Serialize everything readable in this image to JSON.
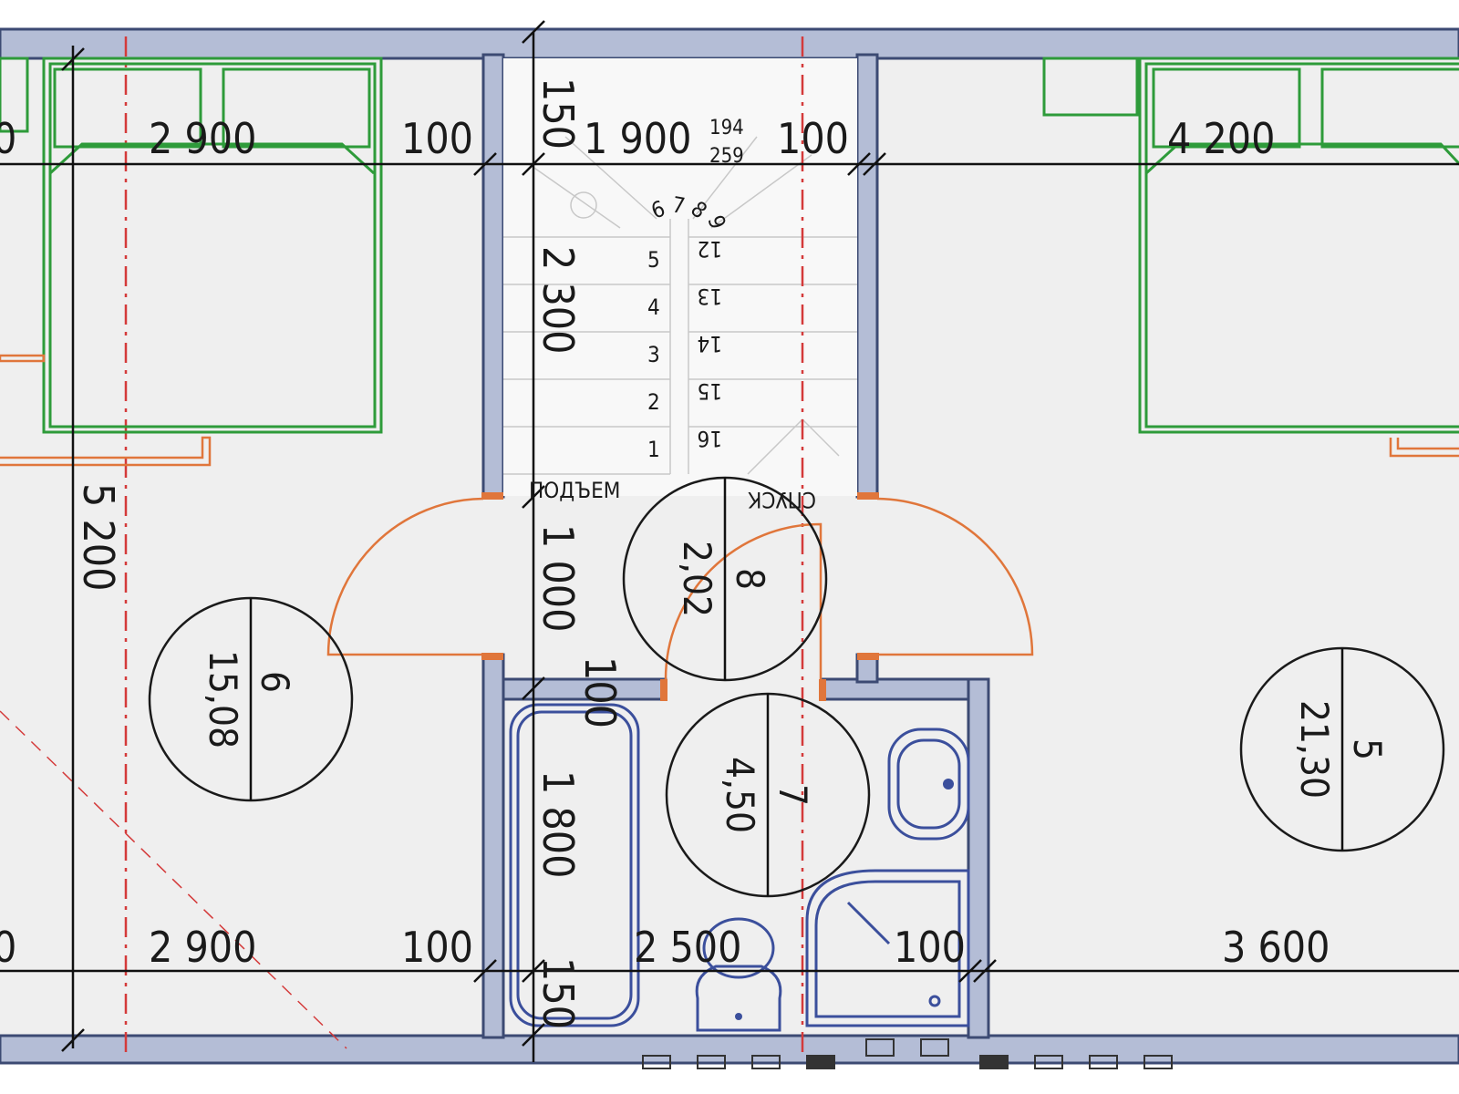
{
  "dimensions": {
    "top": [
      "0",
      "2 900",
      "100",
      "1 900",
      "100",
      "4 200"
    ],
    "bottom": [
      "0",
      "2 900",
      "100",
      "2 500",
      "100",
      "3 600"
    ],
    "vertical": [
      "150",
      "2 300",
      "1 000",
      "100",
      "1 800",
      "150",
      "5 200"
    ],
    "stair_small": [
      "194",
      "259"
    ]
  },
  "stair": {
    "up_label": "ПОДЪЕМ",
    "down_label": "СПУСК",
    "steps_left": [
      "5",
      "4",
      "3",
      "2",
      "1"
    ],
    "steps_right": [
      "12",
      "13",
      "14",
      "15",
      "16"
    ],
    "winder": [
      "6",
      "7",
      "8",
      "9"
    ]
  },
  "rooms": [
    {
      "number": "6",
      "area": "15,08"
    },
    {
      "number": "8",
      "area": "2,02"
    },
    {
      "number": "7",
      "area": "4,50"
    },
    {
      "number": "5",
      "area": "21,30"
    }
  ],
  "colors": {
    "wall": "#b4bdd6",
    "furniture": "#2e9b3a",
    "doors": "#e0763b",
    "plumbing": "#3b4f9c",
    "axis": "#d43a3a"
  }
}
